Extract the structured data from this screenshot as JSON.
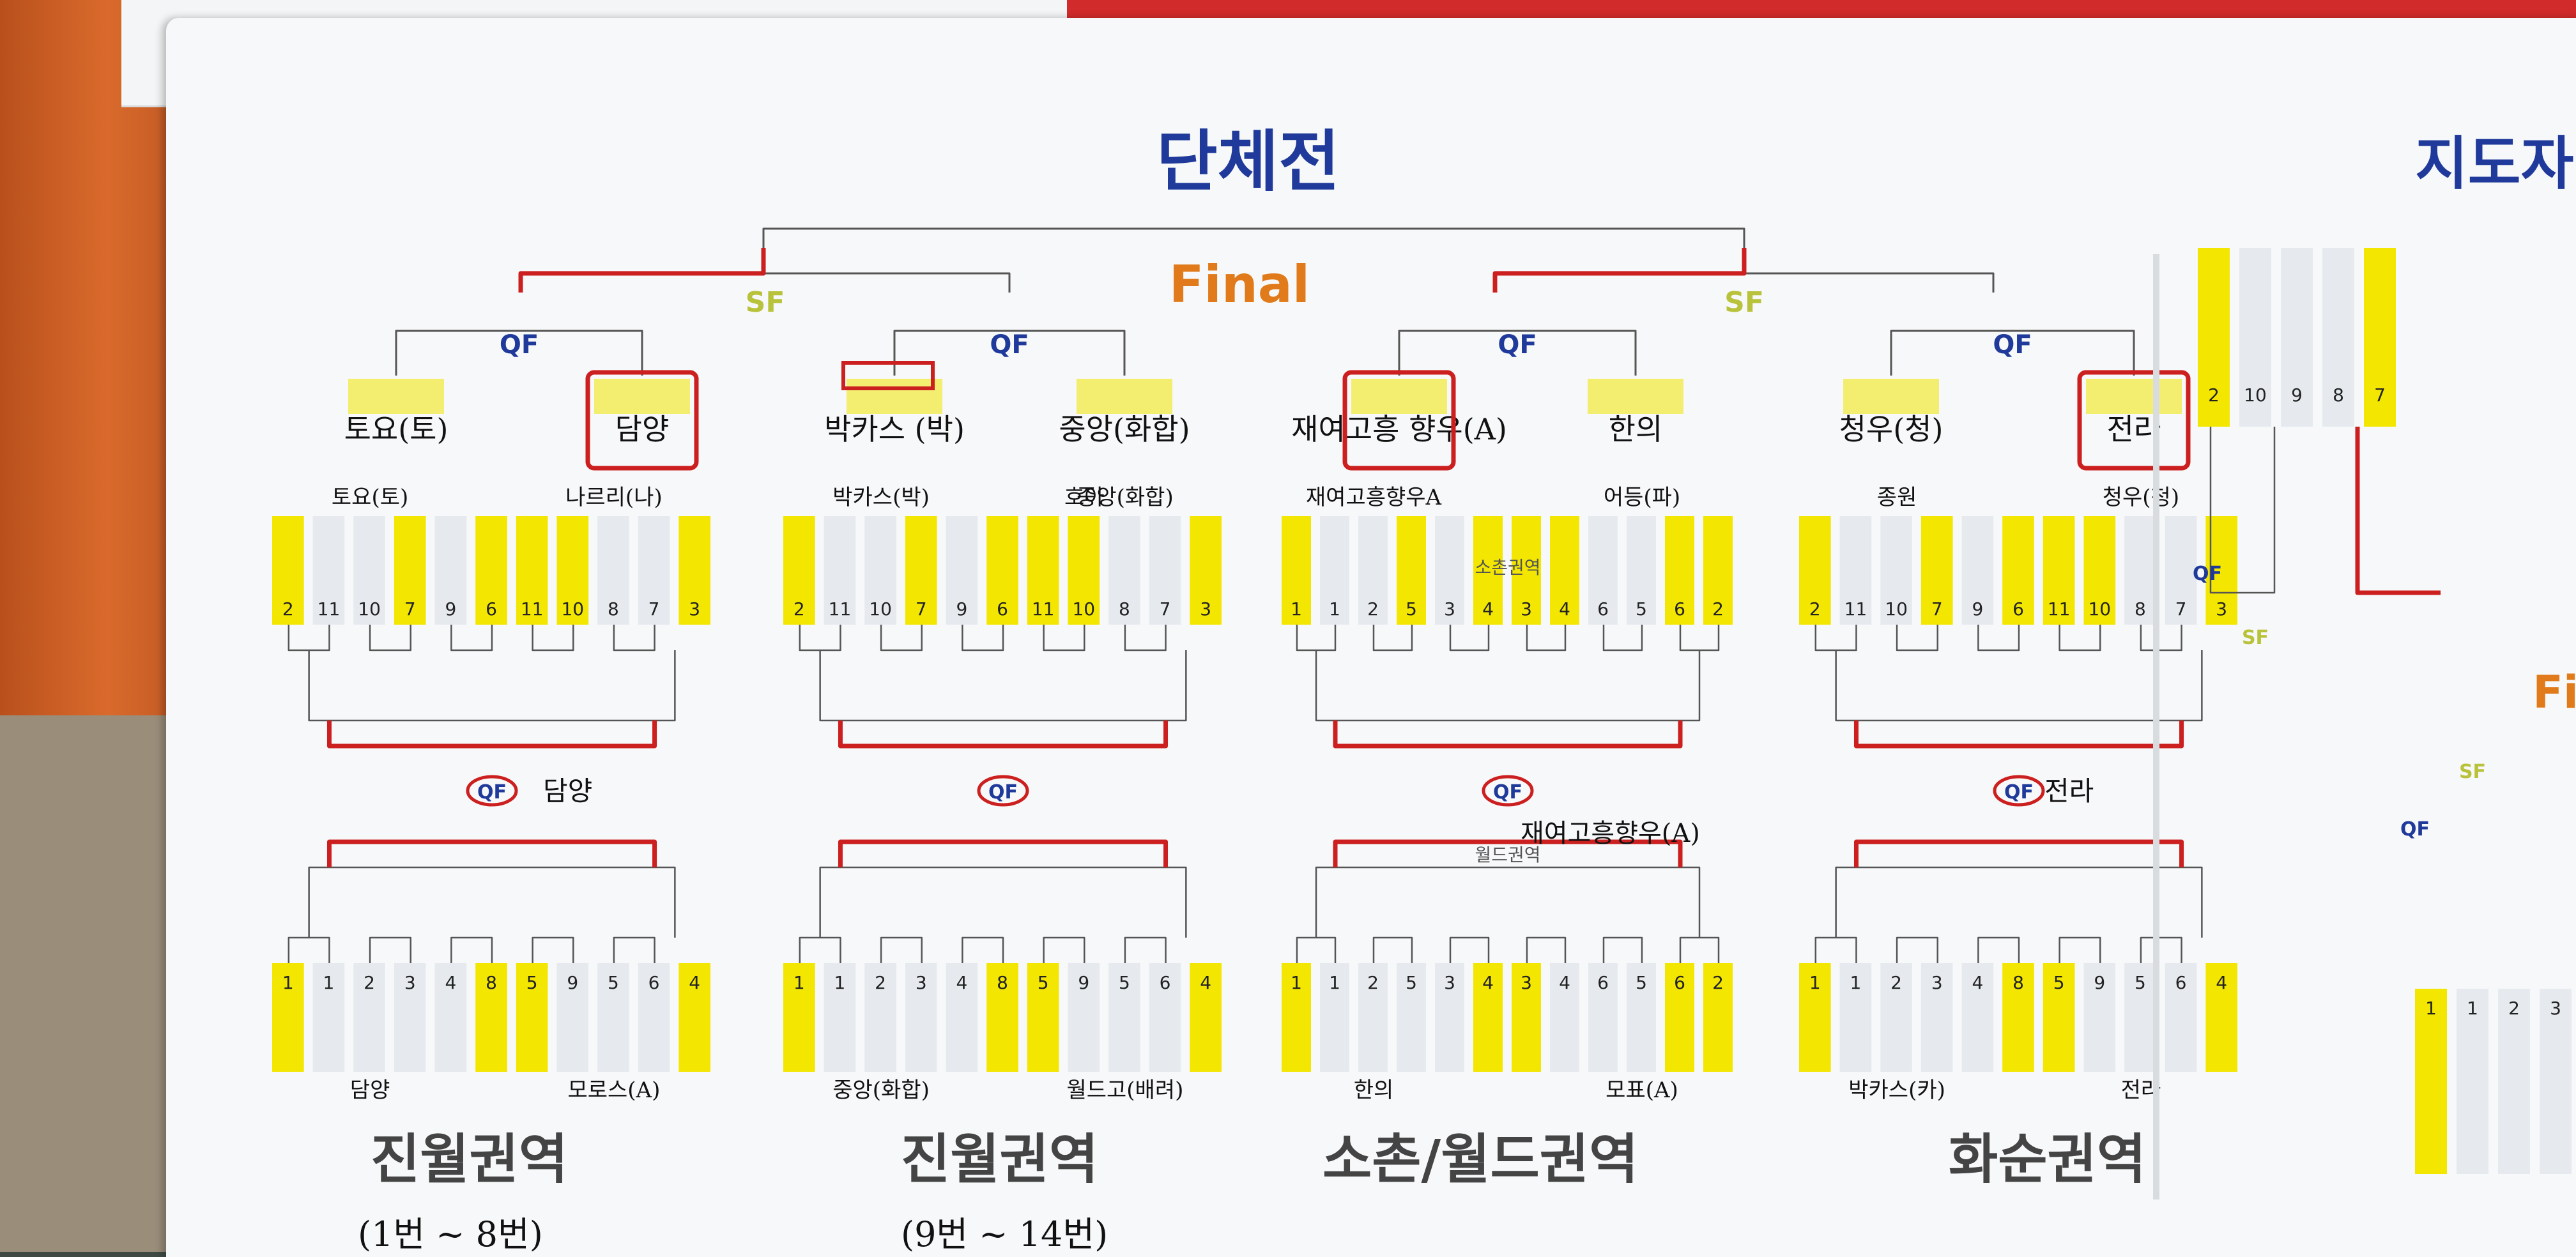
{
  "page_title": "단체전",
  "right_title_partial": "지도자",
  "final_label": "Final",
  "sf_label": "SF",
  "qf_label": "QF",
  "qf_teams": [
    "토요(토)",
    "담양",
    "박카스 (박)",
    "중앙(화합)",
    "재여고흥 향우(A)",
    "한의",
    "청우(청)",
    "전라"
  ],
  "region_names": [
    "진월권역",
    "진월권역",
    "소촌/월드권역",
    "화순권역"
  ],
  "region_subtitles": [
    "(1번 ~ 8번)",
    "(9번 ~ 14번)"
  ],
  "subregion_labels": [
    "소촌권역",
    "월드권역"
  ],
  "qf_results": [
    "담양",
    "재여고흥향우(A)",
    "전라"
  ],
  "top_blocks": [
    [
      "2",
      "11",
      "10",
      "7",
      "9",
      "6",
      "11",
      "10",
      "8",
      "7",
      "3"
    ],
    [
      "2",
      "11",
      "10",
      "7",
      "9",
      "6",
      "11",
      "10",
      "8",
      "7",
      "3"
    ],
    [
      "1",
      "1",
      "2",
      "5",
      "3",
      "4",
      "3",
      "4",
      "6",
      "5",
      "6",
      "2"
    ],
    [
      "2",
      "11",
      "10",
      "7",
      "9",
      "6",
      "11",
      "10",
      "8",
      "7",
      "3"
    ]
  ],
  "bottom_blocks": [
    [
      "1",
      "1",
      "2",
      "3",
      "4",
      "8",
      "5",
      "9",
      "5",
      "6",
      "4"
    ],
    [
      "1",
      "1",
      "2",
      "3",
      "4",
      "8",
      "5",
      "9",
      "5",
      "6",
      "4"
    ],
    [
      "1",
      "1",
      "2",
      "5",
      "3",
      "4",
      "3",
      "4",
      "6",
      "5",
      "6",
      "2"
    ],
    [
      "1",
      "1",
      "2",
      "3",
      "4",
      "8",
      "5",
      "9",
      "5",
      "6",
      "4"
    ]
  ],
  "top_handwritten": [
    [
      "토요(토)",
      "나르리(나)"
    ],
    [
      "박카스(박)",
      "중앙(화합)",
      "호아"
    ],
    [
      "재여고흥향우A",
      "어등(파)"
    ],
    [
      "종원",
      "청우(청)"
    ]
  ],
  "bottom_handwritten": [
    [
      "담양",
      "모로스(A)"
    ],
    [
      "중앙(화합)",
      "월드고(배려)"
    ],
    [
      "한의",
      "모표(A)"
    ],
    [
      "박카스(카)",
      "전라"
    ]
  ],
  "right_panel_numbers": [
    "2",
    "10",
    "9",
    "8",
    "7"
  ],
  "right_panel_bottom_numbers": [
    "1",
    "1",
    "2",
    "3"
  ],
  "colors": {
    "yellow": "#f3e600",
    "red": "#cc1f1f",
    "line": "#555555",
    "blue": "#1f3a9a",
    "orange": "#e07a1a",
    "sf": "#b8c23a"
  }
}
